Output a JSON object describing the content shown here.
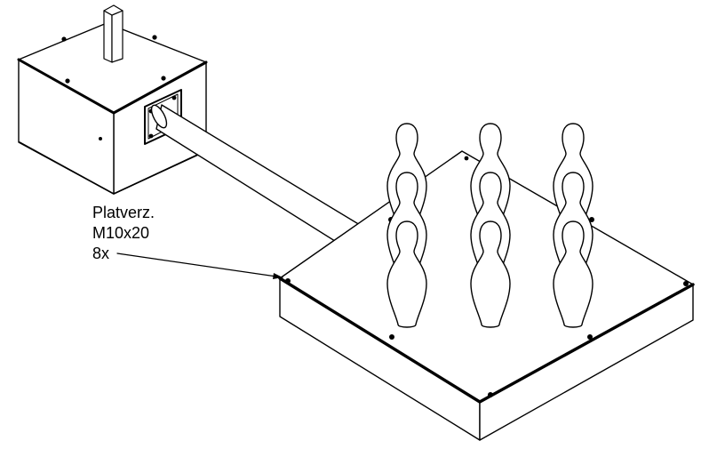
{
  "annotation": {
    "lines": [
      "Platverz.",
      "M10x20",
      "8x"
    ]
  },
  "colors": {
    "stroke": "#000000",
    "fill": "#ffffff"
  }
}
